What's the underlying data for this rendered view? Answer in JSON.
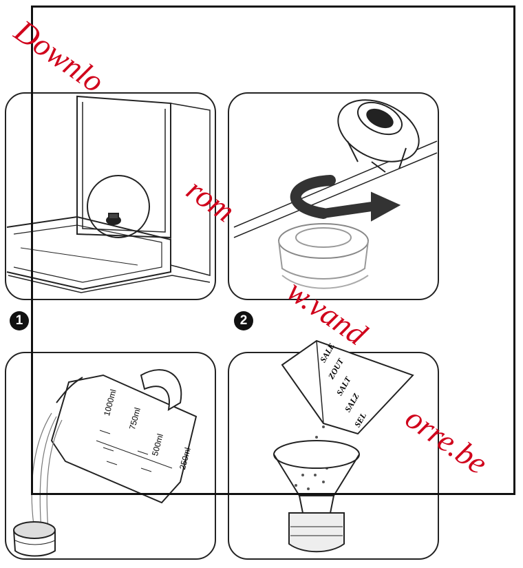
{
  "steps": [
    {
      "number": "1"
    },
    {
      "number": "2"
    }
  ],
  "jug": {
    "marks": [
      "1000ml",
      "750ml",
      "500ml",
      "250ml"
    ]
  },
  "salt_box": {
    "labels": [
      "SALE",
      "ZOUT",
      "SALT",
      "SALZ",
      "SEL"
    ]
  },
  "watermark": {
    "parts": [
      "Downlo",
      "rom",
      "w.vand",
      "orre.be"
    ],
    "color": "#d0021b"
  },
  "colors": {
    "line": "#222222",
    "frame": "#111111"
  }
}
